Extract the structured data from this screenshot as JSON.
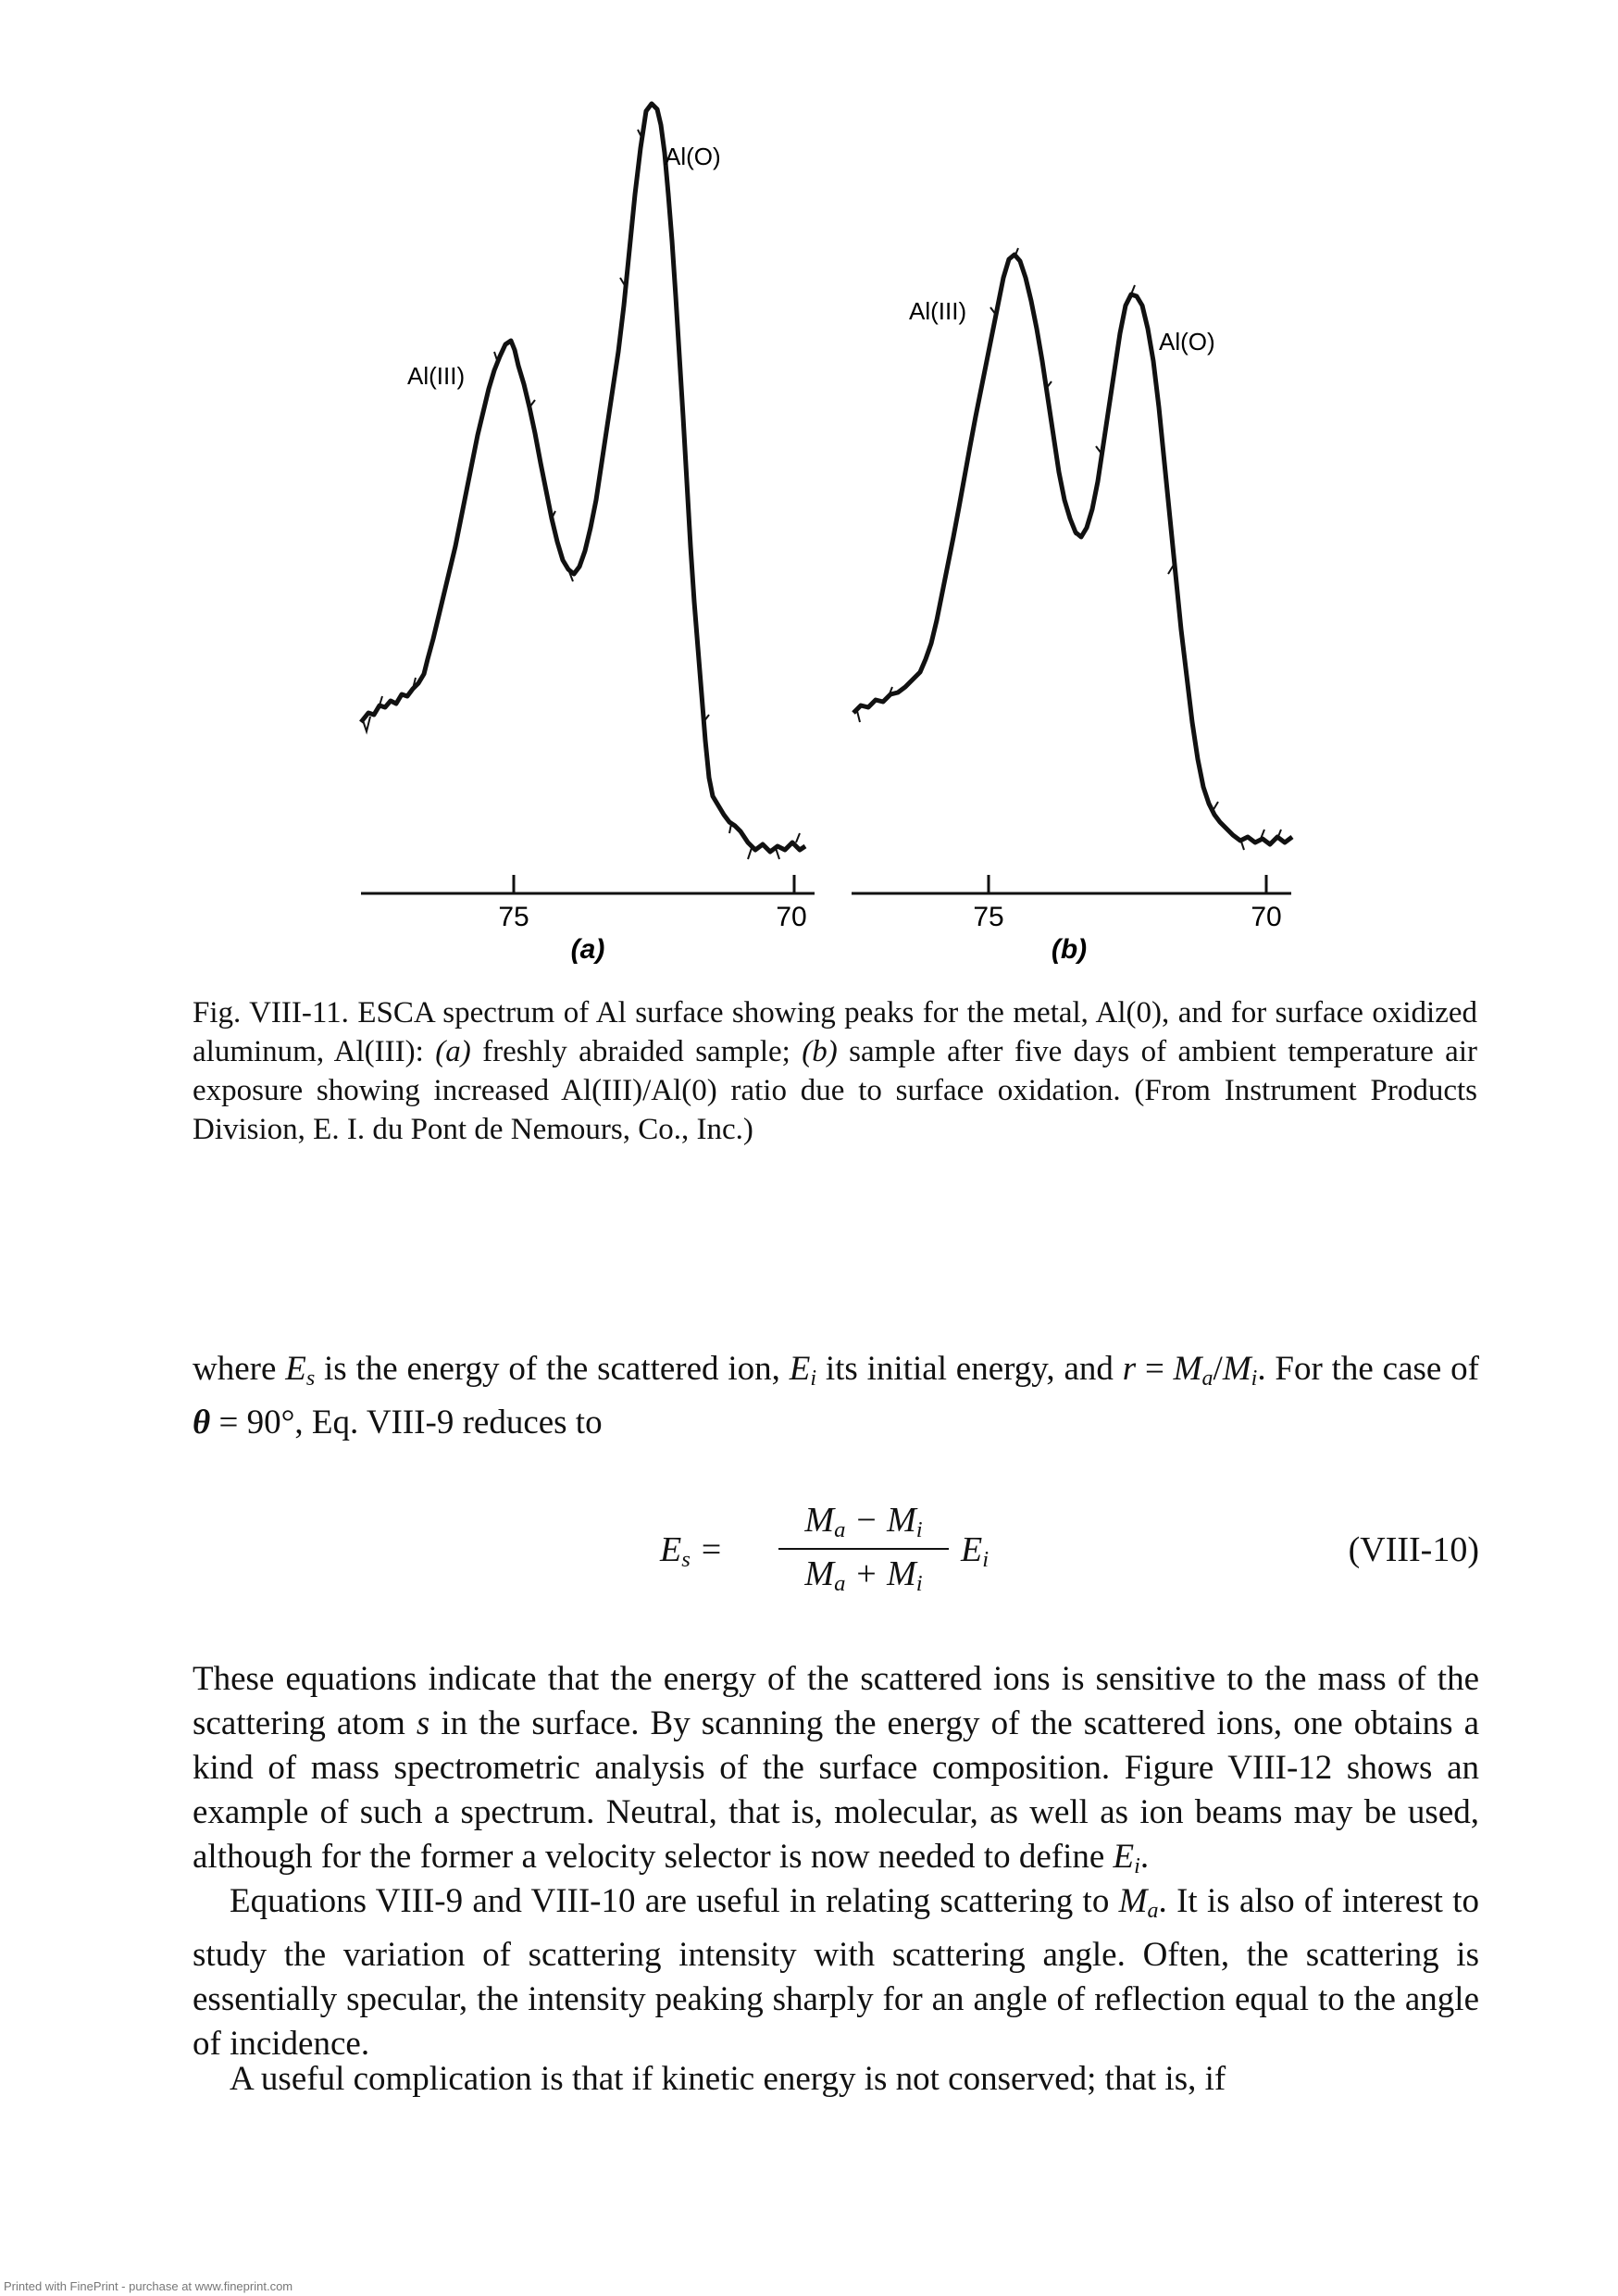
{
  "figure": {
    "panels": [
      {
        "id": "a",
        "panel_label": "(a)",
        "peak_labels": [
          "Al(III)",
          "Al(O)"
        ],
        "tick_labels": [
          "75",
          "70"
        ]
      },
      {
        "id": "b",
        "panel_label": "(b)",
        "peak_labels": [
          "Al(III)",
          "Al(O)"
        ],
        "tick_labels": [
          "75",
          "70"
        ]
      }
    ]
  },
  "caption": {
    "lead": "Fig. VIII-11. ESCA spectrum of Al surface showing peaks for the metal, Al(0), and for surface oxidized aluminum, Al(III):",
    "a_marker": "(a)",
    "a_text": "freshly abraided sample;",
    "b_marker": "(b)",
    "b_text": "sample after five days of ambient temperature air exposure showing increased Al(III)/Al(0) ratio due to surface oxidation. (From Instrument Products Division, E. I. du Pont de Nemours, Co., Inc.)"
  },
  "body": {
    "p1": "where E_s is the energy of the scattered ion, E_i its initial energy, and r = M_a/M_i. For the case of θ = 90°, Eq. VIII-9 reduces to",
    "equation": {
      "lhs": "E_s =",
      "numerator": "M_a − M_i",
      "denominator": "M_a + M_i",
      "rhs": "E_i",
      "number": "(VIII-10)"
    },
    "p2": "These equations indicate that the energy of the scattered ions is sensitive to the mass of the scattering atom s in the surface. By scanning the energy of the scattered ions, one obtains a kind of mass spectrometric analysis of the surface composition. Figure VIII-12 shows an example of such a spectrum. Neutral, that is, molecular, as well as ion beams may be used, although for the former a velocity selector is now needed to define E_i.",
    "p3": "Equations VIII-9 and VIII-10 are useful in relating scattering to M_a. It is also of interest to study the variation of scattering intensity with scattering angle. Often, the scattering is essentially specular, the intensity peaking sharply for an angle of reflection equal to the angle of incidence.",
    "p4": "A useful complication is that if kinetic energy is not conserved; that is, if"
  },
  "footer": "Printed with FinePrint - purchase at www.fineprint.com"
}
